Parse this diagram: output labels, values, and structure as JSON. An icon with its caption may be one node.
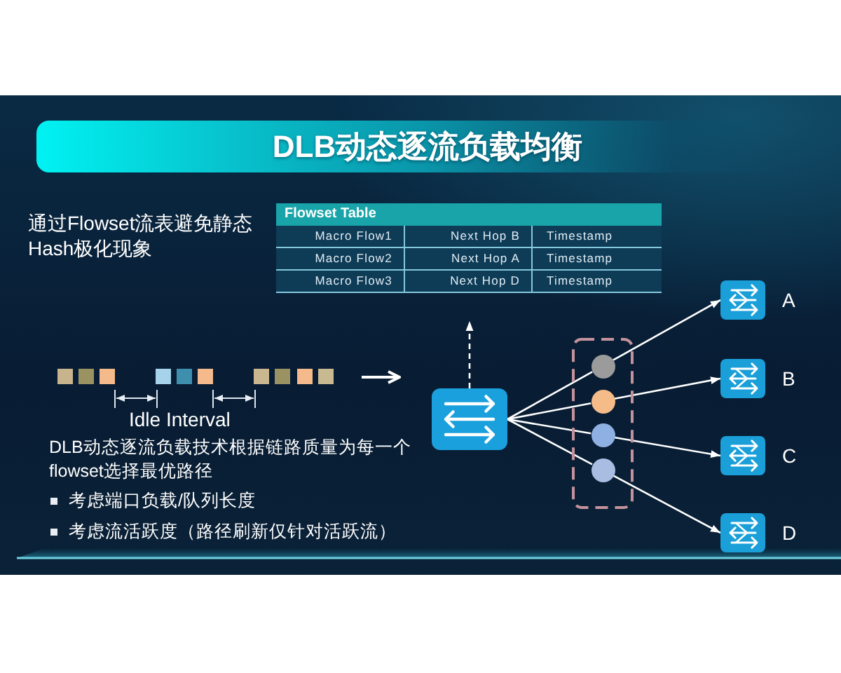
{
  "diagram": {
    "title": "DLB动态逐流负载均衡",
    "nodes": [
      {
        "text": [],
        "shape": "box"
      },
      {
        "text": [],
        "shape": "box"
      },
      {
        "text": [],
        "shape": "circle",
        "in": 1
      },
      {
        "text": [],
        "shape": "circle",
        "in": 1
      },
      {
        "text": [],
        "shape": "circle",
        "in": 1
      },
      {
        "text": [],
        "shape": "circle",
        "in": 1
      },
      {
        "text": [],
        "shape": "box",
        "beside": [
          "A"
        ]
      },
      {
        "text": [],
        "shape": "box",
        "beside": [
          "B"
        ]
      },
      {
        "text": [],
        "shape": "box",
        "beside": [
          "C"
        ]
      },
      {
        "text": [],
        "shape": "box",
        "beside": [
          "D"
        ]
      }
    ],
    "edges": [
      {
        "from": 0,
        "to": null,
        "arrow": "to",
        "style": "dashed"
      },
      {
        "from": 0,
        "to": 2,
        "arrow": "none"
      },
      {
        "from": 2,
        "to": 6,
        "arrow": "to"
      },
      {
        "from": 0,
        "to": 3,
        "arrow": "none"
      },
      {
        "from": 3,
        "to": 7,
        "arrow": "to"
      },
      {
        "from": 0,
        "to": 4,
        "arrow": "none"
      },
      {
        "from": 4,
        "to": 8,
        "arrow": "to"
      },
      {
        "from": 0,
        "to": 5,
        "arrow": "none"
      },
      {
        "from": 5,
        "to": 9,
        "arrow": "to"
      }
    ],
    "labels": [
      "通过Flowset流表避免静态Hash极化现象",
      "Flowset Table",
      "Macro Flow1",
      "Next Hop B",
      "Timestamp",
      "Macro Flow2",
      "Next Hop A",
      "Timestamp",
      "Macro Flow3",
      "Next Hop D",
      "Timestamp",
      "Idle Interval",
      "DLB动态逐流负载技术根据链路质量为每一个flowset选择最优路径",
      "考虑端口负载/队列长度",
      "考虑流活跃度（路径刷新仅针对活跃流）"
    ]
  }
}
